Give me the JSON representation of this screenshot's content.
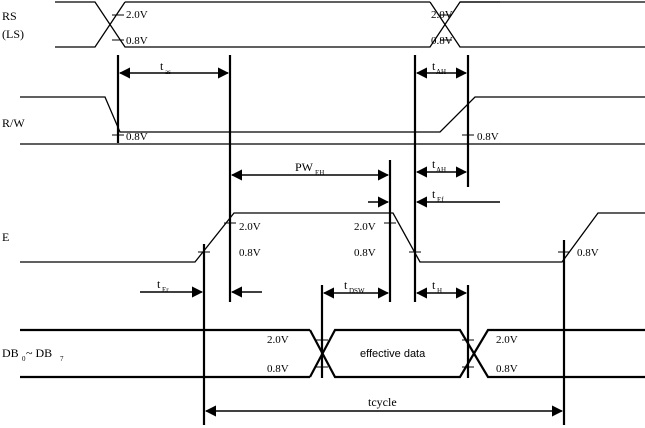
{
  "signals": {
    "rs": {
      "name": "RS",
      "sub": "(LS)"
    },
    "rw": {
      "name": "R/W"
    },
    "e": {
      "name": "E"
    },
    "db": {
      "name": "DB",
      "sub0": "0",
      "tilde": " ~ DB",
      "sub7": "7"
    }
  },
  "levels": {
    "high": "2.0V",
    "low": "0.8V"
  },
  "timings": {
    "tas": {
      "main": "t",
      "sub": "as"
    },
    "tah": {
      "main": "t",
      "sub": "AH"
    },
    "pweh": {
      "main": "PW",
      "sub": "EH"
    },
    "ter": {
      "main": "t",
      "sub": "Er"
    },
    "tef": {
      "main": "t",
      "sub": "Ef"
    },
    "tdsw": {
      "main": "t",
      "sub": "DSW"
    },
    "th": {
      "main": "t",
      "sub": "H"
    },
    "tcycle": "tcycle"
  },
  "data_label": "effective data"
}
